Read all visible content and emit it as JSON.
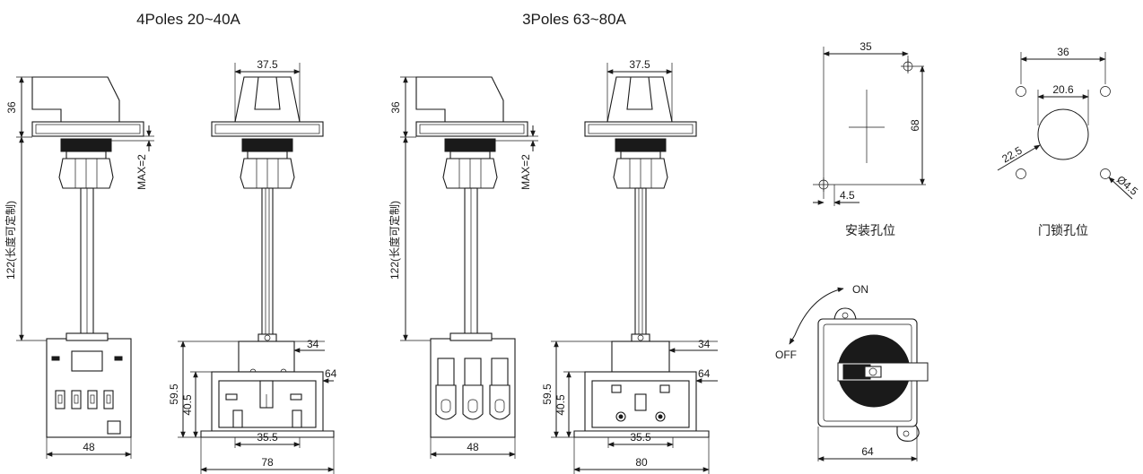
{
  "titles": {
    "left_group": "4Poles   20~40A",
    "middle_group": "3Poles   63~80A"
  },
  "dimensions": {
    "handle_height": "36",
    "shaft_length": "122(长度可定制)",
    "max_gap": "MAX=2",
    "handle_width": "37.5",
    "base_width_4p": "48",
    "base_width_3p": "48",
    "body_depth": "34",
    "body_depth_2": "64",
    "height_total": "59.5",
    "height_lower": "40.5",
    "foot_span": "35.5",
    "width_4p": "78",
    "width_3p": "80"
  },
  "mounting": {
    "hole_spacing_x": "35",
    "hole_spacing_y": "68",
    "hole_offset": "4.5",
    "caption": "安装孔位"
  },
  "door_lock": {
    "hole_spacing": "36",
    "center_hole": "20.6",
    "radius": "22.5",
    "hole_diameter": "Ø4.5",
    "caption": "门锁孔位"
  },
  "front_view": {
    "on_label": "ON",
    "off_label": "OFF",
    "width": "64"
  }
}
